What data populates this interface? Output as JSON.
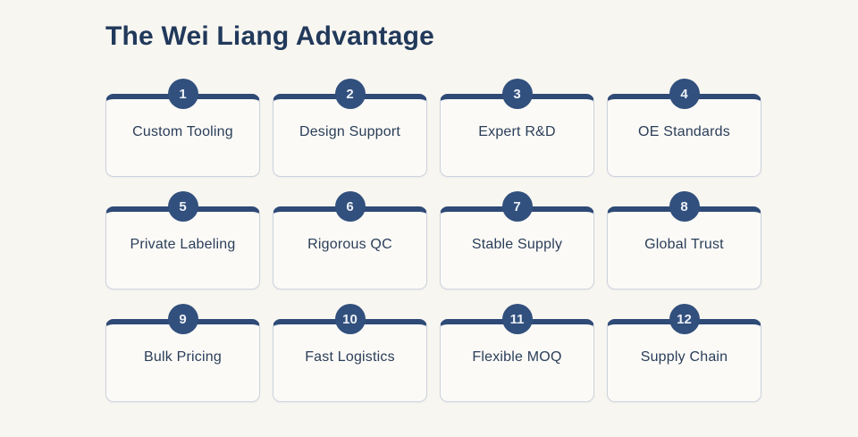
{
  "page": {
    "title": "The Wei Liang Advantage"
  },
  "colors": {
    "page_background": "#f8f6f1",
    "navy_badge": "#32507d",
    "navy_bar": "#2e4a76",
    "card_background": "#fbfaf7",
    "card_border": "#ccd3dd",
    "title_text": "#21395a",
    "label_text": "#2b3e58"
  },
  "cards": [
    {
      "number": "1",
      "label": "Custom Tooling"
    },
    {
      "number": "2",
      "label": "Design Support"
    },
    {
      "number": "3",
      "label": "Expert R&D"
    },
    {
      "number": "4",
      "label": "OE Standards"
    },
    {
      "number": "5",
      "label": "Private Labeling"
    },
    {
      "number": "6",
      "label": "Rigorous QC"
    },
    {
      "number": "7",
      "label": "Stable Supply"
    },
    {
      "number": "8",
      "label": "Global Trust"
    },
    {
      "number": "9",
      "label": "Bulk Pricing"
    },
    {
      "number": "10",
      "label": "Fast Logistics"
    },
    {
      "number": "11",
      "label": "Flexible MOQ"
    },
    {
      "number": "12",
      "label": "Supply Chain"
    }
  ]
}
